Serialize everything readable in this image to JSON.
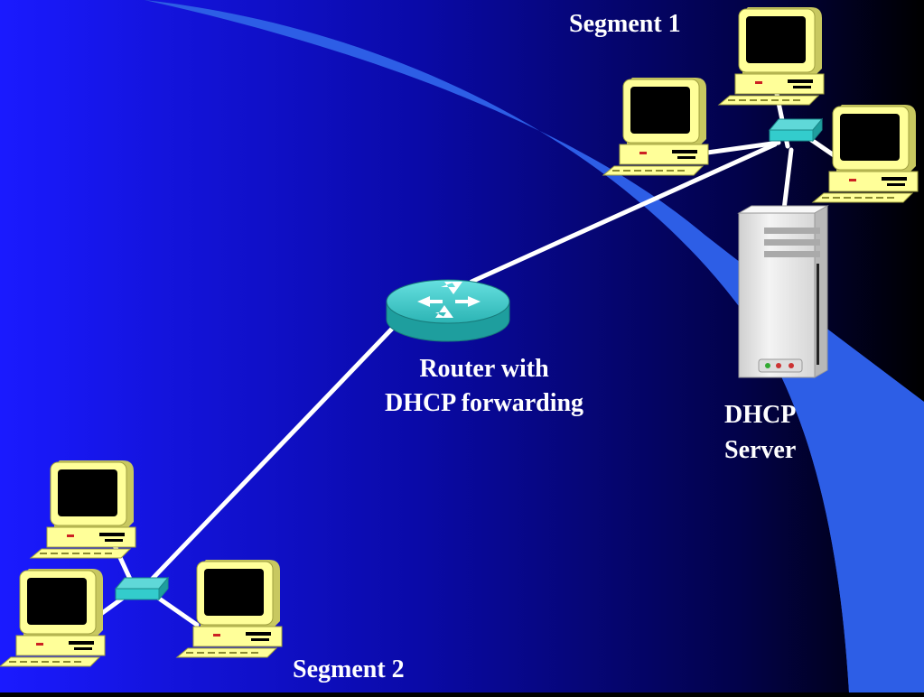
{
  "labels": {
    "segment1": "Segment 1",
    "segment2": "Segment 2",
    "router_line1": "Router with",
    "router_line2": "DHCP forwarding",
    "server_line1": "DHCP",
    "server_line2": "Server"
  },
  "colors": {
    "background_left": "#1a1aff",
    "background_right": "#000000",
    "arc_fill": "#3366ee",
    "arc_edge": "#4477ff",
    "cable": "#ffffff",
    "computer_body": "#ffff99",
    "computer_screen": "#000000",
    "switch": "#33cccc",
    "router": "#33cccc",
    "server": "#e8e8e8",
    "text": "#ffffff"
  },
  "nodes": [
    {
      "kind": "computer",
      "segment": "Segment 1",
      "icon": "computer-icon"
    },
    {
      "kind": "computer",
      "segment": "Segment 1",
      "icon": "computer-icon"
    },
    {
      "kind": "computer",
      "segment": "Segment 1",
      "icon": "computer-icon"
    },
    {
      "kind": "switch",
      "segment": "Segment 1",
      "icon": "hub-icon"
    },
    {
      "kind": "server",
      "label": "DHCP Server",
      "icon": "server-tower-icon"
    },
    {
      "kind": "router",
      "label": "Router with DHCP forwarding",
      "icon": "router-icon"
    },
    {
      "kind": "switch",
      "segment": "Segment 2",
      "icon": "hub-icon"
    },
    {
      "kind": "computer",
      "segment": "Segment 2",
      "icon": "computer-icon"
    },
    {
      "kind": "computer",
      "segment": "Segment 2",
      "icon": "computer-icon"
    },
    {
      "kind": "computer",
      "segment": "Segment 2",
      "icon": "computer-icon"
    }
  ]
}
